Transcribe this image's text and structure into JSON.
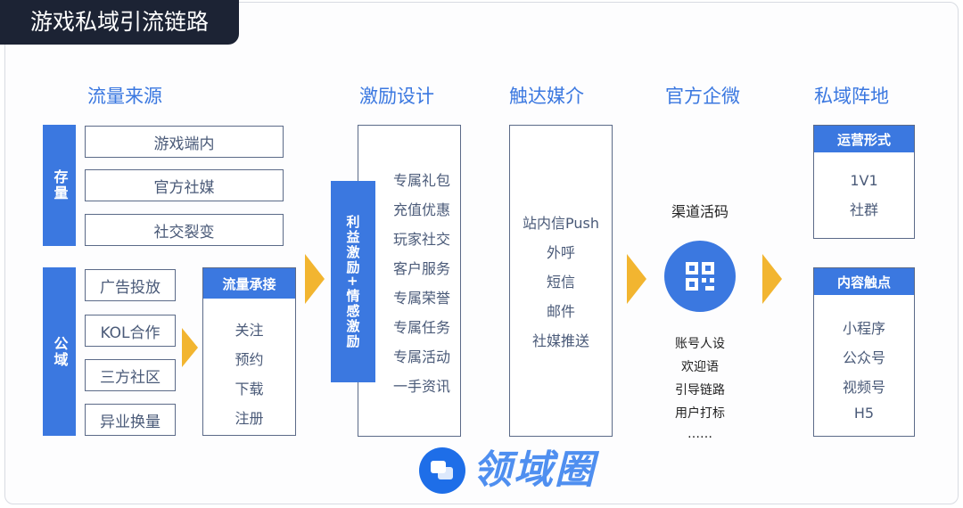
{
  "title": "游戏私域引流链路",
  "columns": [
    "流量来源",
    "激励设计",
    "触达媒介",
    "官方企微",
    "私域阵地"
  ],
  "source": {
    "stock_label": "存量",
    "stock_items": [
      "游戏端内",
      "官方社媒",
      "社交裂变"
    ],
    "public_label": "公域",
    "public_items": [
      "广告投放",
      "KOL合作",
      "三方社区",
      "异业换量"
    ],
    "intake_header": "流量承接",
    "intake_items": [
      "关注",
      "预约",
      "下载",
      "注册"
    ]
  },
  "incentive": {
    "bar_label": "利益激励+情感激励",
    "items": [
      "专属礼包",
      "充值优惠",
      "玩家社交",
      "客户服务",
      "专属荣誉",
      "专属任务",
      "专属活动",
      "一手资讯"
    ]
  },
  "media": {
    "items": [
      "站内信Push",
      "外呼",
      "短信",
      "邮件",
      "社媒推送"
    ]
  },
  "wecom": {
    "top_label": "渠道活码",
    "icon": "qr-code-icon",
    "items": [
      "账号人设",
      "欢迎语",
      "引导链路",
      "用户打标",
      "……"
    ]
  },
  "private": {
    "ops_header": "运营形式",
    "ops_items": [
      "1V1",
      "社群"
    ],
    "content_header": "内容触点",
    "content_items": [
      "小程序",
      "公众号",
      "视频号",
      "H5"
    ]
  },
  "watermark": "领域圈",
  "colors": {
    "accent": "#3b78e0",
    "arrow": "#f2b530",
    "title_bg": "#1c2334"
  }
}
